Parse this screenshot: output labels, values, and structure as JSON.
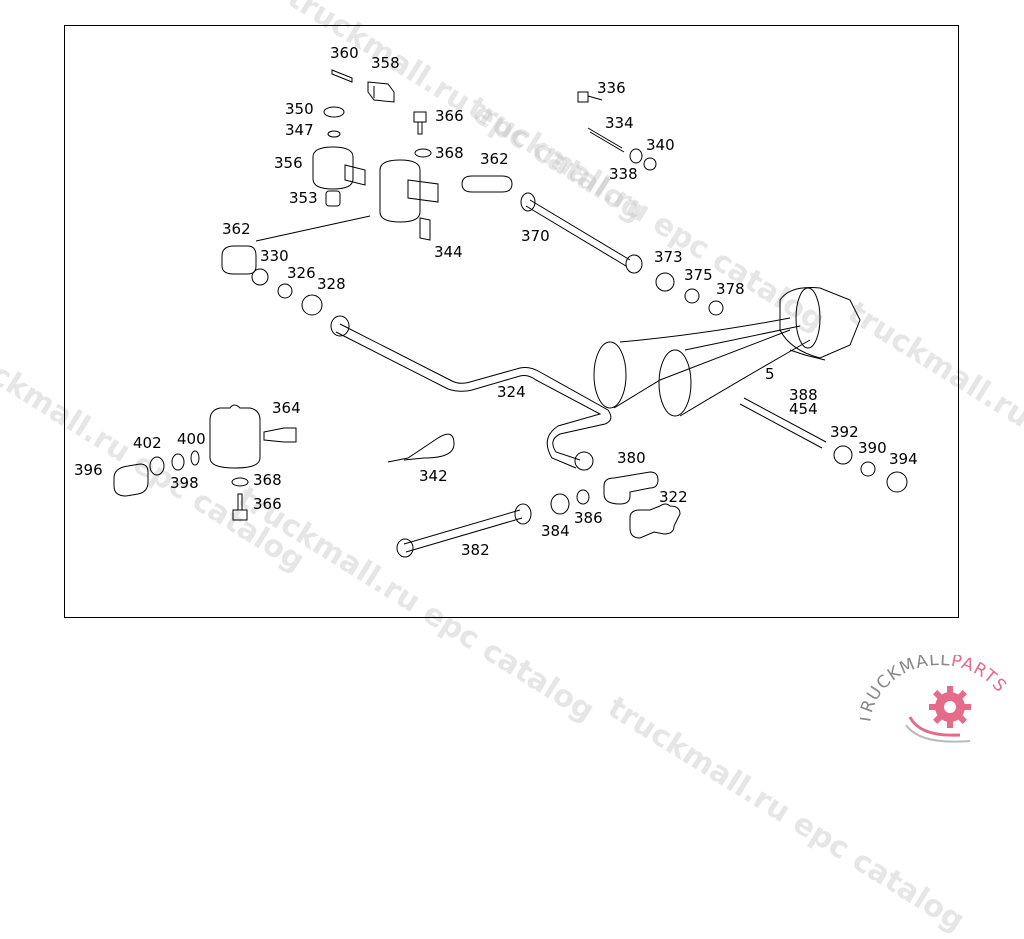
{
  "diagram": {
    "title": "Air horn assembly parts diagram",
    "callouts": [
      {
        "id": "360",
        "label": "360"
      },
      {
        "id": "358",
        "label": "358"
      },
      {
        "id": "350",
        "label": "350"
      },
      {
        "id": "347",
        "label": "347"
      },
      {
        "id": "366a",
        "label": "366"
      },
      {
        "id": "368a",
        "label": "368"
      },
      {
        "id": "356",
        "label": "356"
      },
      {
        "id": "353",
        "label": "353"
      },
      {
        "id": "344",
        "label": "344"
      },
      {
        "id": "336",
        "label": "336"
      },
      {
        "id": "334",
        "label": "334"
      },
      {
        "id": "340",
        "label": "340"
      },
      {
        "id": "338",
        "label": "338"
      },
      {
        "id": "362a",
        "label": "362"
      },
      {
        "id": "370",
        "label": "370"
      },
      {
        "id": "373",
        "label": "373"
      },
      {
        "id": "375",
        "label": "375"
      },
      {
        "id": "378",
        "label": "378"
      },
      {
        "id": "362b",
        "label": "362"
      },
      {
        "id": "330",
        "label": "330"
      },
      {
        "id": "326",
        "label": "326"
      },
      {
        "id": "328",
        "label": "328"
      },
      {
        "id": "5",
        "label": "5"
      },
      {
        "id": "324",
        "label": "324"
      },
      {
        "id": "388",
        "label": "388"
      },
      {
        "id": "454",
        "label": "454"
      },
      {
        "id": "392",
        "label": "392"
      },
      {
        "id": "390",
        "label": "390"
      },
      {
        "id": "394",
        "label": "394"
      },
      {
        "id": "364",
        "label": "364"
      },
      {
        "id": "402",
        "label": "402"
      },
      {
        "id": "400",
        "label": "400"
      },
      {
        "id": "396",
        "label": "396"
      },
      {
        "id": "398",
        "label": "398"
      },
      {
        "id": "368b",
        "label": "368"
      },
      {
        "id": "366b",
        "label": "366"
      },
      {
        "id": "342",
        "label": "342"
      },
      {
        "id": "380",
        "label": "380"
      },
      {
        "id": "322",
        "label": "322"
      },
      {
        "id": "384",
        "label": "384"
      },
      {
        "id": "386",
        "label": "386"
      },
      {
        "id": "382",
        "label": "382"
      }
    ]
  },
  "watermark": {
    "text": "truckmall.ru epc catalog"
  },
  "logo": {
    "text_primary": "TRUCKMALL",
    "text_accent": "PARTS",
    "accent_color": "#e56b8a",
    "gray_color": "#888888"
  }
}
